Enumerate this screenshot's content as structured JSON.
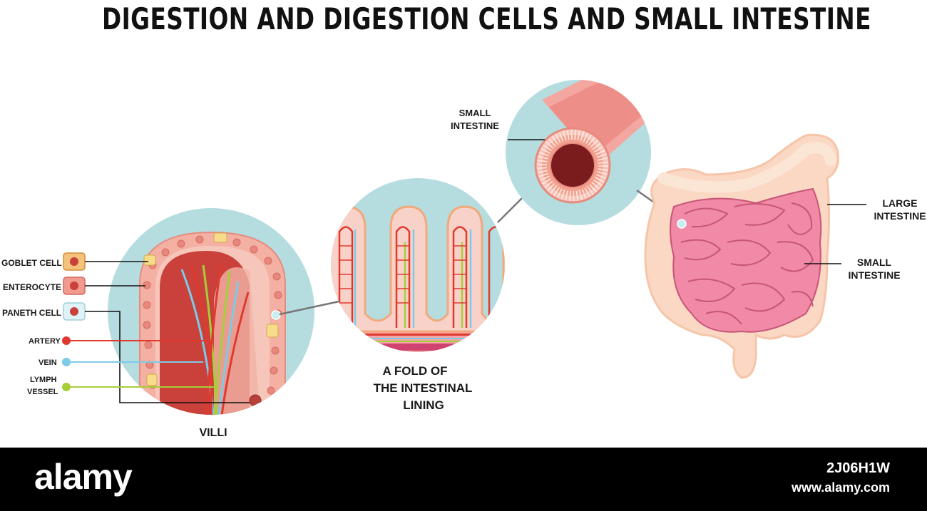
{
  "title": "DIGESTION AND DIGESTION CELLS AND SMALL INTESTINE",
  "villi_panel": {
    "cell_labels": [
      "GOBLET CELL",
      "ENTEROCYTE",
      "PANETH CELL"
    ],
    "vessel_labels": {
      "artery": "ARTERY",
      "vein": "VEIN",
      "lymph_line1": "LYMPH",
      "lymph_line2": "VESSEL"
    },
    "caption": "VILLI"
  },
  "fold_panel": {
    "caption_line1": "A FOLD OF",
    "caption_line2": "THE INTESTINAL",
    "caption_line3": "LINING"
  },
  "tube_panel": {
    "label_line1": "SMALL",
    "label_line2": "INTESTINE"
  },
  "organ": {
    "large_line1": "LARGE",
    "large_line2": "INTESTINE",
    "small_line1": "SMALL",
    "small_line2": "INTESTINE"
  },
  "colors": {
    "artery": "#e03a2f",
    "vein": "#7ccbe8",
    "lymph": "#a6cf3a",
    "circle_bg": "#b5dde0"
  },
  "footer": {
    "logo": "alamy",
    "image_id": "2J06H1W",
    "url": "www.alamy.com"
  }
}
